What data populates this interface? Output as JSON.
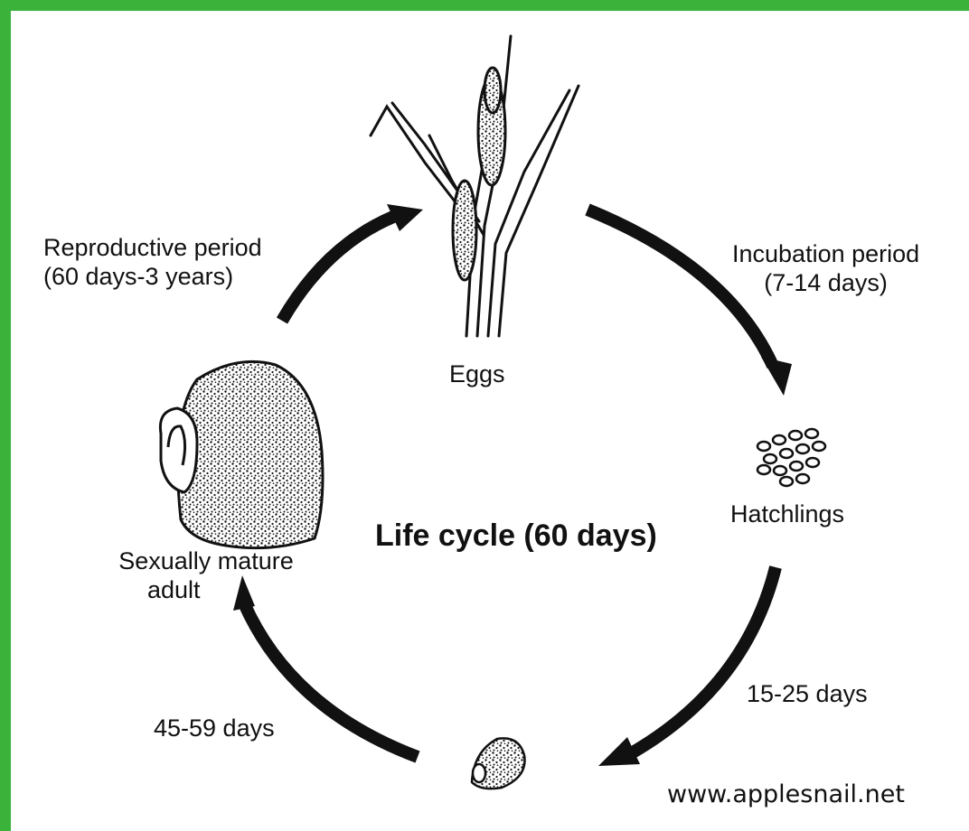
{
  "diagram": {
    "title": "Life cycle (60 days)",
    "stages": [
      {
        "id": "eggs",
        "label": "Eggs"
      },
      {
        "id": "hatchlings",
        "label": "Hatchlings"
      },
      {
        "id": "juvenile",
        "label": ""
      },
      {
        "id": "adult",
        "label_line1": "Sexually mature",
        "label_line2": "adult"
      }
    ],
    "transitions": [
      {
        "from": "eggs",
        "to": "hatchlings",
        "line1": "Incubation period",
        "line2": "(7-14 days)"
      },
      {
        "from": "hatchlings",
        "to": "juvenile",
        "line1": "15-25 days"
      },
      {
        "from": "juvenile",
        "to": "adult",
        "line1": "45-59 days"
      },
      {
        "from": "adult",
        "to": "eggs",
        "line1": "Reproductive period",
        "line2": "(60 days-3 years)"
      }
    ],
    "watermark": "www.applesnail.net"
  },
  "colors": {
    "border": "#3bb33b",
    "ink": "#111111",
    "background": "#ffffff"
  },
  "icons": [
    "plant-with-egg-clusters-icon",
    "hatchlings-icon",
    "juvenile-snail-icon",
    "adult-snail-icon"
  ]
}
